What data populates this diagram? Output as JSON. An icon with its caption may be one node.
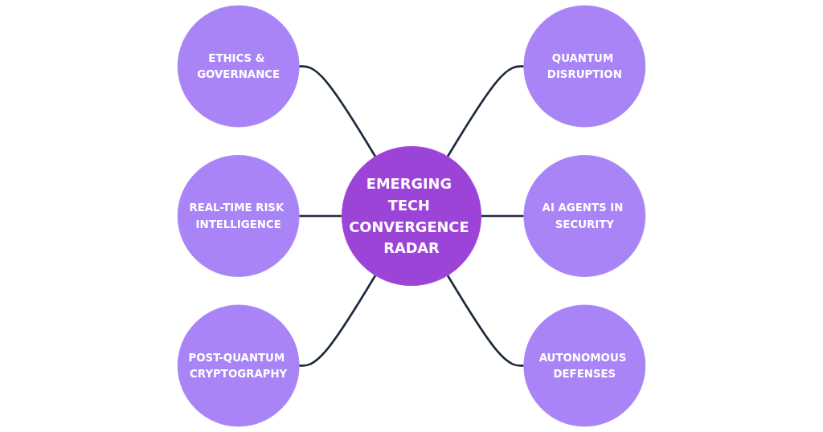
{
  "diagram": {
    "nodes": [
      {
        "text": [
          "EMERGING TECH CONVERGENCE RADAR"
        ]
      },
      {
        "text": [
          "ETHICS & GOVERNANCE"
        ]
      },
      {
        "text": [
          "QUANTUM DISRUPTION"
        ]
      },
      {
        "text": [
          "REAL-TIME RISK INTELLIGENCE"
        ]
      },
      {
        "text": [
          "AI AGENTS IN SECURITY"
        ]
      },
      {
        "text": [
          "POST-QUANTUM CRYPTOGRAPHY"
        ]
      },
      {
        "text": [
          "AUTONOMOUS DEFENSES"
        ]
      }
    ],
    "edges": [
      {
        "from": 1,
        "to": 0,
        "arrow": "none"
      },
      {
        "from": 0,
        "to": 2,
        "arrow": "none"
      },
      {
        "from": 3,
        "to": 0,
        "arrow": "none"
      },
      {
        "from": 0,
        "to": 4,
        "arrow": "none"
      },
      {
        "from": 5,
        "to": 0,
        "arrow": "none"
      },
      {
        "from": 0,
        "to": 6,
        "arrow": "none"
      }
    ]
  }
}
